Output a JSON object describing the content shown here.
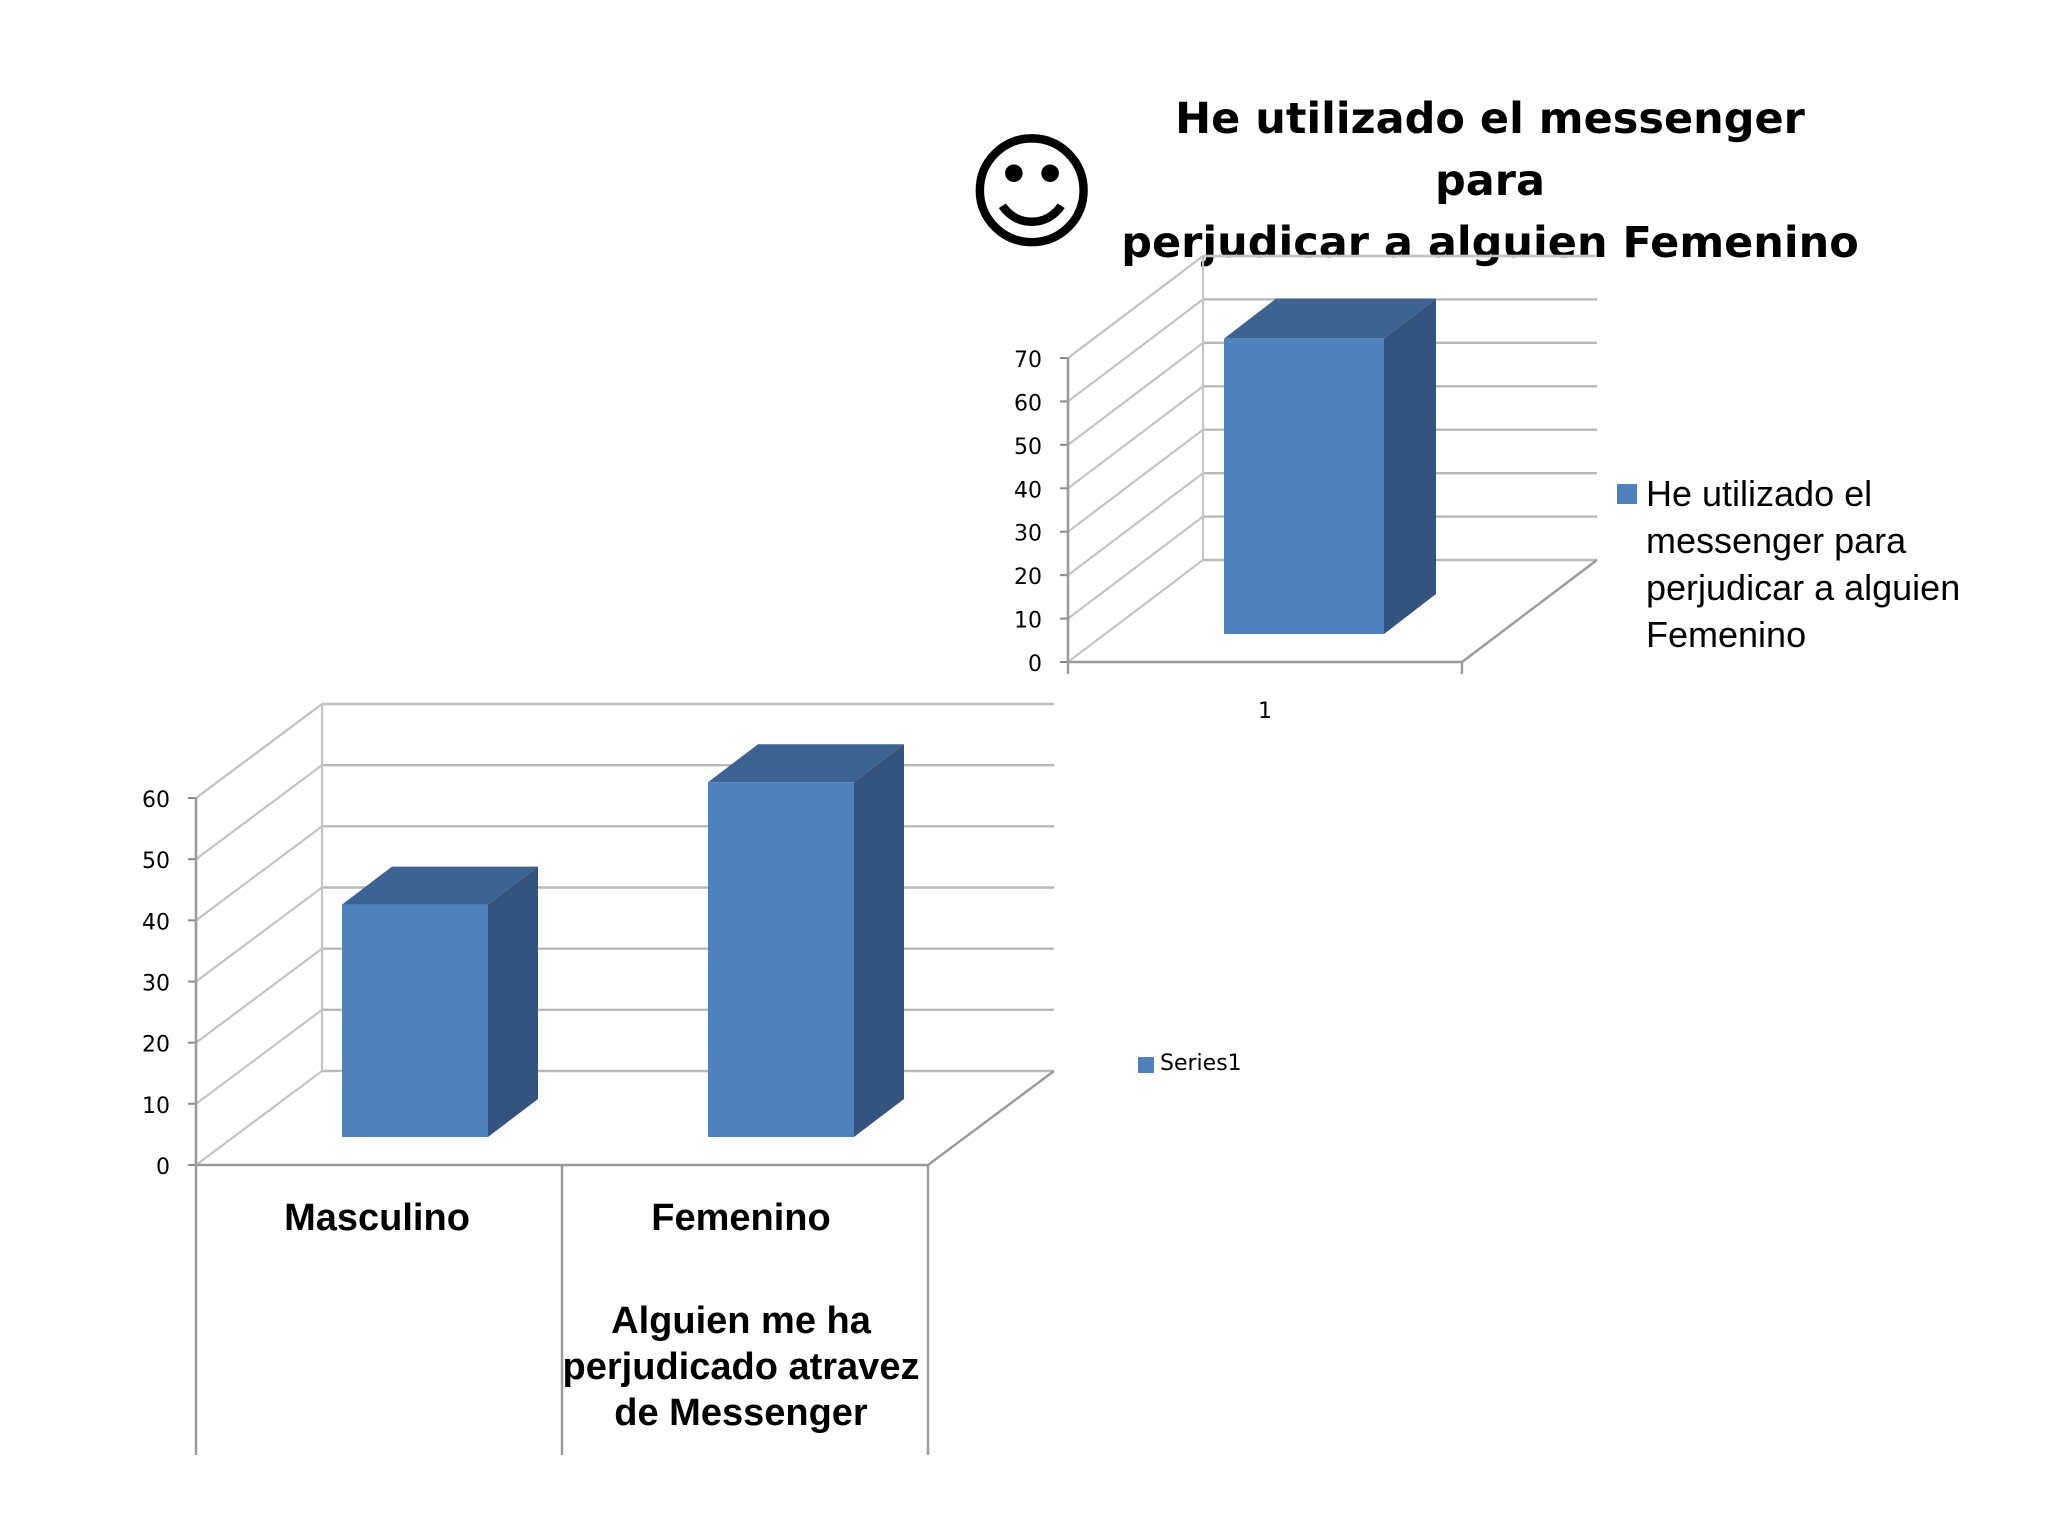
{
  "page": {
    "title_lines": [
      "He utilizado el messenger para",
      "perjudicar a alguien Femenino"
    ],
    "smiley_icon": "☺",
    "accent_color": "#4f81bd"
  },
  "chart_data": [
    {
      "type": "bar",
      "categories": [
        "1"
      ],
      "series": [
        {
          "name": "He utilizado el messenger para perjudicar a alguien Femenino",
          "values": [
            68
          ]
        }
      ],
      "yticks": [
        0,
        10,
        20,
        30,
        40,
        50,
        60,
        70
      ],
      "ylim": [
        0,
        70
      ],
      "legend": "right",
      "grid": true
    },
    {
      "type": "bar",
      "categories": [
        "Masculino",
        "Femenino"
      ],
      "series": [
        {
          "name": "Series1",
          "values": [
            38,
            58
          ]
        }
      ],
      "yticks": [
        0,
        10,
        20,
        30,
        40,
        50,
        60
      ],
      "ylim": [
        0,
        60
      ],
      "legend": "right",
      "grid": true,
      "xlabel_lines": [
        "Alguien me ha",
        "perjudicado atravez",
        "de Messenger"
      ]
    }
  ]
}
